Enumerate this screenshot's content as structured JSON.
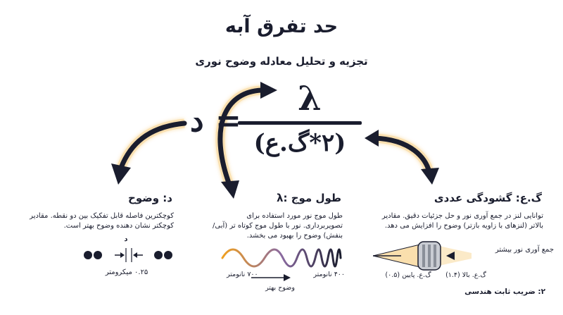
{
  "title": "حد تفرق آبه",
  "subtitle": "تجزیه و تحلیل معادله وضوح نوری",
  "equation": {
    "lhs": "د",
    "equals": "=",
    "numerator": "λ",
    "denominator": "(۲*گ.ع)"
  },
  "colors": {
    "navy": "#1a1d2e",
    "orange": "#f0a020",
    "gold_light": "#f6c870"
  },
  "sections": [
    {
      "id": "na",
      "heading": "گ.ع: گشودگی عددی",
      "description": "توانایی لنز در جمع آوری نور و حل جزئیات دقیق. مقادیر بالاتر (لنزهای با زاویه بازتر) وضوح را افزایش می دهد.",
      "figure": {
        "icon": "lens-objective-icon",
        "label_more_light": "جمع آوری نور بیشتر",
        "label_low": "گ.ع. پایین (۰.۵)",
        "label_high": "گ.ع. بالا (۱.۴)"
      }
    },
    {
      "id": "wavelength",
      "heading": "λ: طول موج",
      "description": "طول موج نور مورد استفاده برای تصویربرداری. نور با طول موج کوتاه تر (آبی/بنفش) وضوح را بهبود می بخشد.",
      "figure": {
        "icon": "wave-icon",
        "label_long": "۷۰۰ نانومتر",
        "label_short": "۴۰۰ نانومتر",
        "label_better": "وضوح بهتر"
      }
    },
    {
      "id": "resolution",
      "heading": "د: وضوح",
      "description": "کوچکترین فاصله قابل تفکیک بین دو نقطه. مقادیر کوچکتر نشان دهنده وضوح بهتر است.",
      "figure": {
        "icon": "two-dots-icon",
        "label_d": "د",
        "label_distance": "۰.۲۵ میکرومتر"
      }
    }
  ],
  "footnote": "۲: ضریب ثابت هندسی"
}
